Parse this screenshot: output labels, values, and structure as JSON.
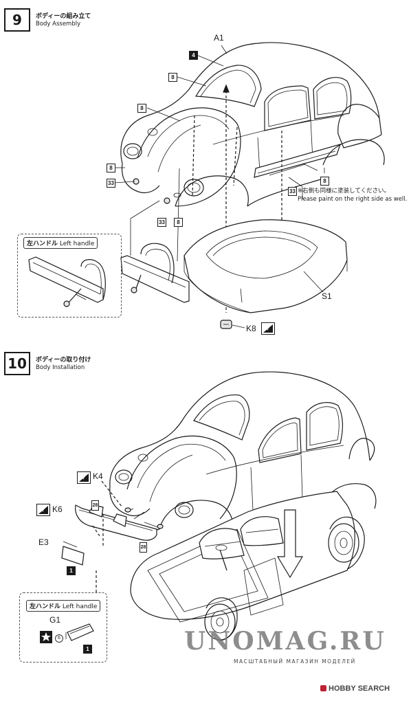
{
  "steps": [
    {
      "number": "9",
      "title_jp": "ボディーの組み立て",
      "title_en": "Body Assembly",
      "labels": {
        "a1": "A1",
        "s1": "S1",
        "k8": "K8",
        "note_jp": "※右側も同様に塗装してください。",
        "note_en": "Please paint on the right side as well."
      },
      "paint_numbers": {
        "p4": "4",
        "p8a": "8",
        "p8b": "8",
        "p8c": "8",
        "p33a": "33",
        "p33b": "33",
        "p8d": "8",
        "p33c": "33",
        "p8e": "8"
      },
      "callout": {
        "title_jp": "左ハンドル",
        "title_en": "Left handle"
      }
    },
    {
      "number": "10",
      "title_jp": "ボディーの取り付け",
      "title_en": "Body Installation",
      "labels": {
        "k4": "K4",
        "k6": "K6",
        "e3": "E3",
        "g1": "G1"
      },
      "paint_numbers": {
        "p28a": "28",
        "p28b": "28",
        "p1a": "1",
        "p1b": "1",
        "p6": "6"
      },
      "callout": {
        "title_jp": "左ハンドル",
        "title_en": "Left handle"
      }
    }
  ],
  "watermark": {
    "main": "UNOMAG.RU",
    "sub": "МАСШТАБНЫЙ МАГАЗИН МОДЕЛЕЙ"
  },
  "source_badge": "HOBBY SEARCH",
  "icons": [
    "glue-cement-icon",
    "star-decal-icon",
    "arrow-down-icon"
  ]
}
